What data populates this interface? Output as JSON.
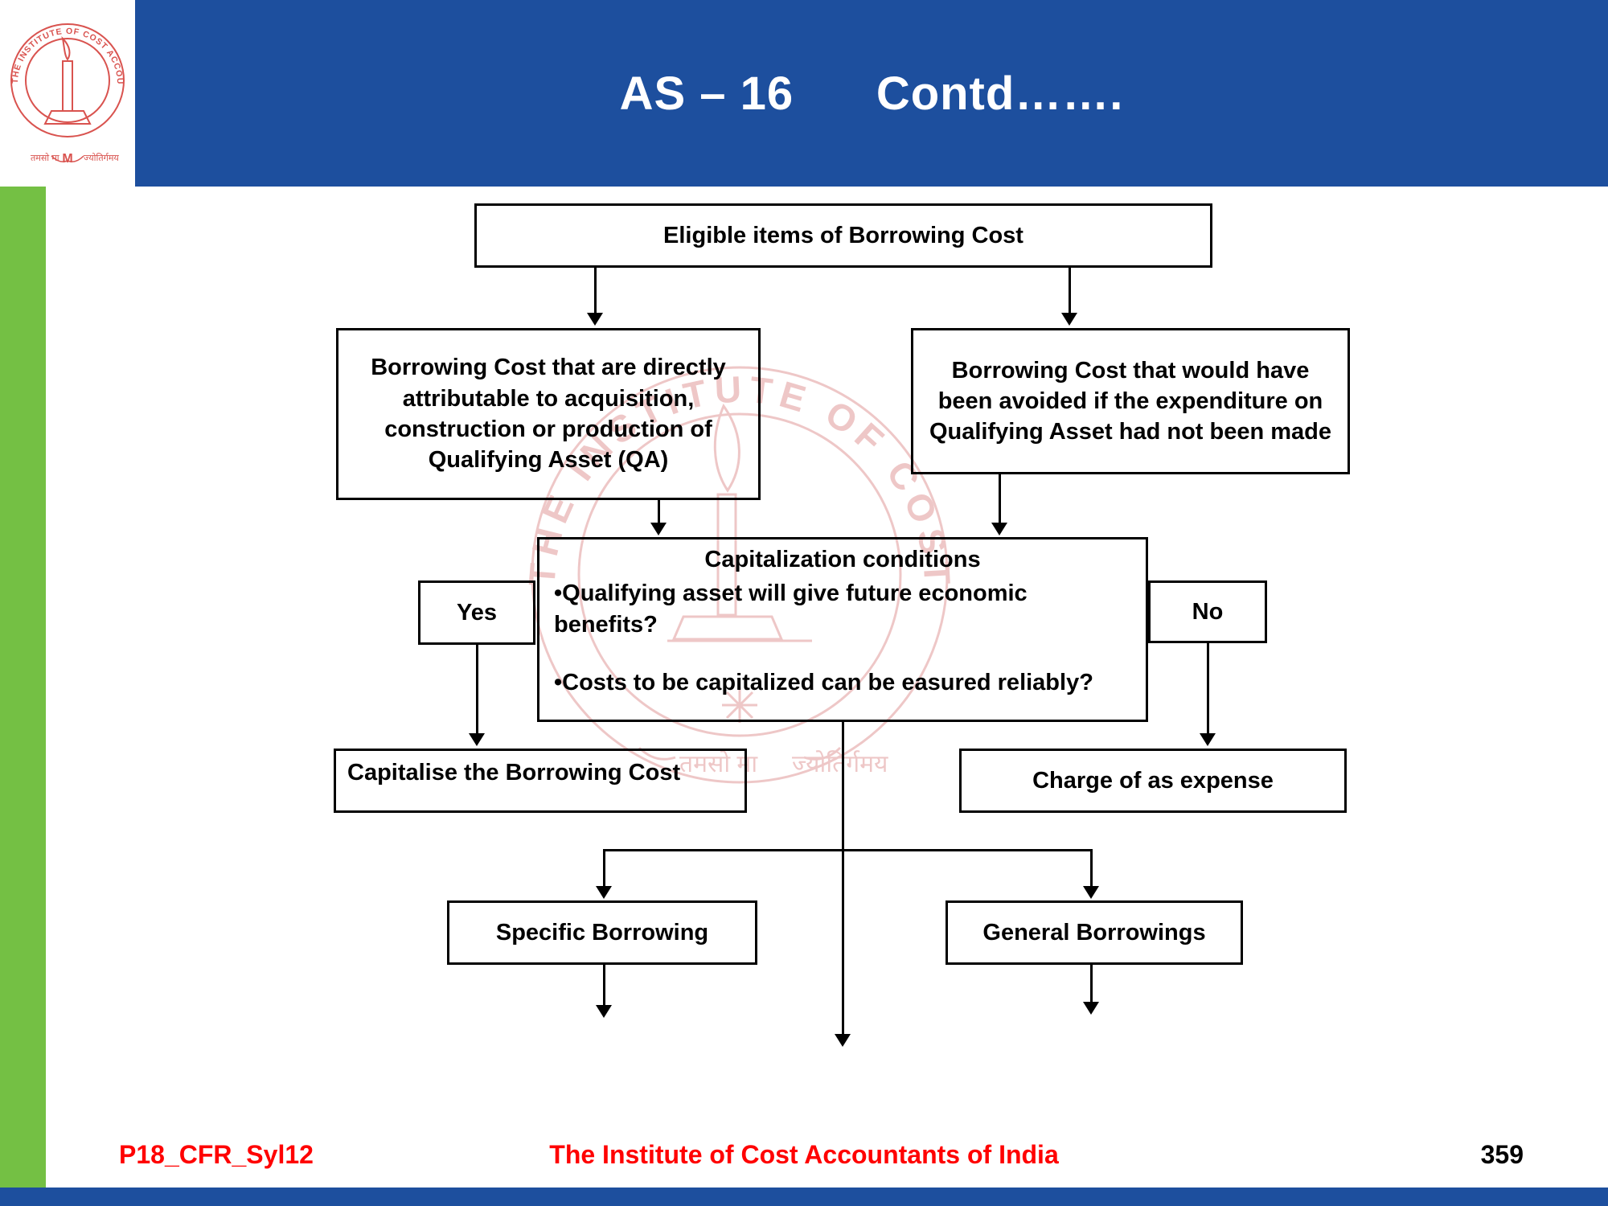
{
  "header": {
    "title": "AS – 16      Contd……."
  },
  "logo": {
    "ring_text": "THE INSTITUTE OF COST ACCOUNTANTS OF INDIA",
    "motto_left": "तमसो मा",
    "motto_right": "ज्योतिर्गमय",
    "monogram": "M"
  },
  "flowchart": {
    "root": "Eligible items of Borrowing Cost",
    "left_branch": "Borrowing Cost  that are directly attributable to acquisition, construction or production of Qualifying Asset (QA)",
    "right_branch": "Borrowing Cost that would have been avoided if the expenditure on Qualifying Asset had not been made",
    "conditions_title": "Capitalization conditions",
    "bullets": [
      "•Qualifying asset will give future economic benefits?",
      "•Costs to be capitalized can be easured reliably?"
    ],
    "yes_label": "Yes",
    "no_label": "No",
    "yes_result": "Capitalise the Borrowing Cost",
    "no_result": "Charge of as expense",
    "specific": "Specific Borrowing",
    "general": "General Borrowings"
  },
  "footer": {
    "code": "P18_CFR_Syl12",
    "institute": "The Institute of Cost Accountants of India",
    "page": "359"
  },
  "colors": {
    "header_blue": "#1d4f9e",
    "sidebar_green": "#74c044",
    "accent_red": "#ff0000",
    "logo_red": "#d9534f"
  }
}
